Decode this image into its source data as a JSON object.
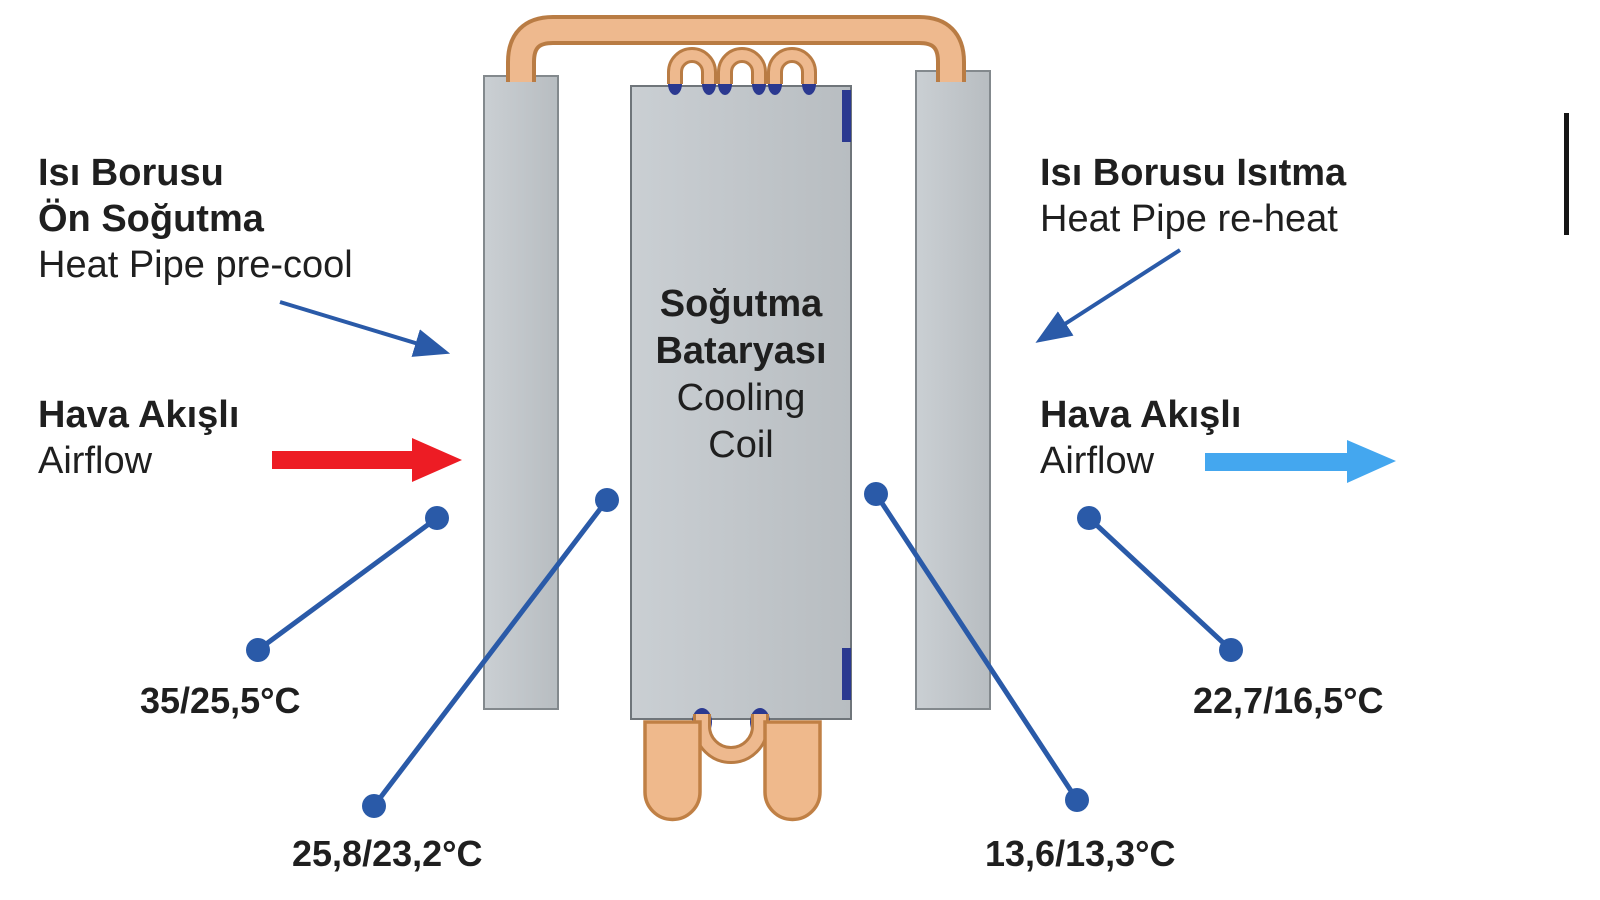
{
  "colors": {
    "background": "#ffffff",
    "coil_gray": "#c1c6ca",
    "coil_border": "#83898d",
    "pipe_copper": "#eeb98e",
    "pipe_copper_dark": "#b97c44",
    "fitting_blue": "#2b3990",
    "callout_blue": "#2a5aa8",
    "airflow_red": "#ed1c24",
    "airflow_lightblue": "#44a7ef",
    "text": "#1f1f1f"
  },
  "labels": {
    "precool": {
      "turkish1": "Isı Borusu",
      "turkish2": "Ön Soğutma",
      "english": "Heat Pipe pre-cool"
    },
    "reheat": {
      "turkish": "Isı Borusu Isıtma",
      "english": "Heat Pipe re-heat"
    },
    "airflow_in": {
      "turkish": "Hava Akışlı",
      "english": "Airflow"
    },
    "airflow_out": {
      "turkish": "Hava Akışlı",
      "english": "Airflow"
    },
    "cooling_coil": {
      "turkish1": "Soğutma",
      "turkish2": "Bataryası",
      "english1": "Cooling",
      "english2": "Coil"
    }
  },
  "temperatures": {
    "inlet": "35/25,5°C",
    "after_precool": "25,8/23,2°C",
    "after_cooling_coil": "13,6/13,3°C",
    "outlet": "22,7/16,5°C"
  }
}
